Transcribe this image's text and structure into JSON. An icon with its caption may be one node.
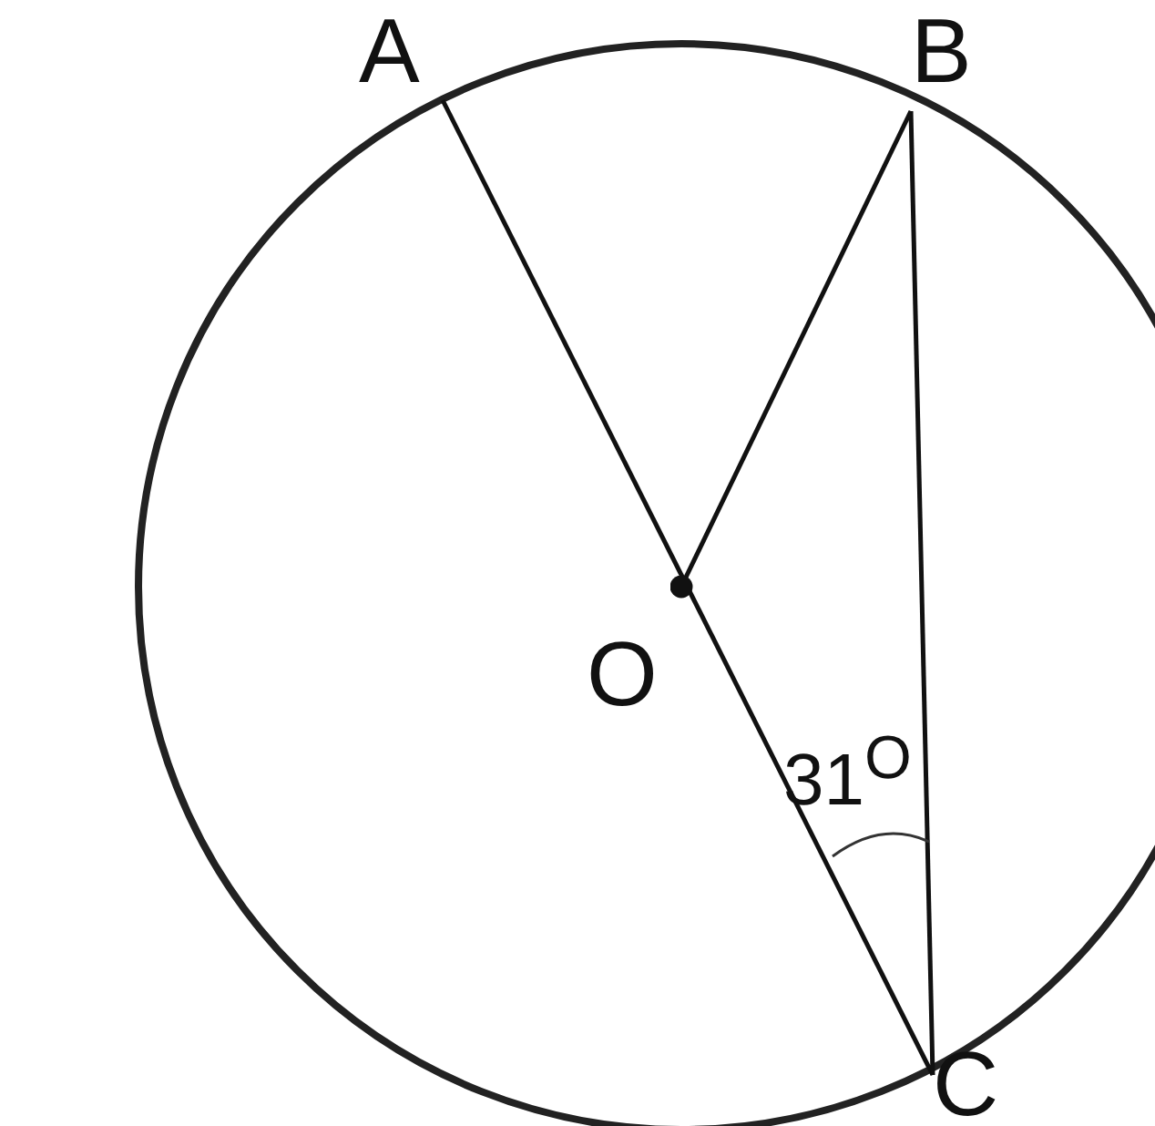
{
  "diagram": {
    "nodes": [
      {
        "text": [
          "A"
        ]
      },
      {
        "text": [
          "B"
        ]
      },
      {
        "text": [
          "O"
        ]
      },
      {
        "text": [
          "C"
        ]
      }
    ],
    "edges": [
      {
        "from": 0,
        "to": 3,
        "arrow": "none"
      },
      {
        "from": 2,
        "to": 1,
        "arrow": "other"
      },
      {
        "from": 1,
        "to": 3,
        "arrow": "none"
      }
    ],
    "labels": [
      "31$^{O}$"
    ]
  }
}
